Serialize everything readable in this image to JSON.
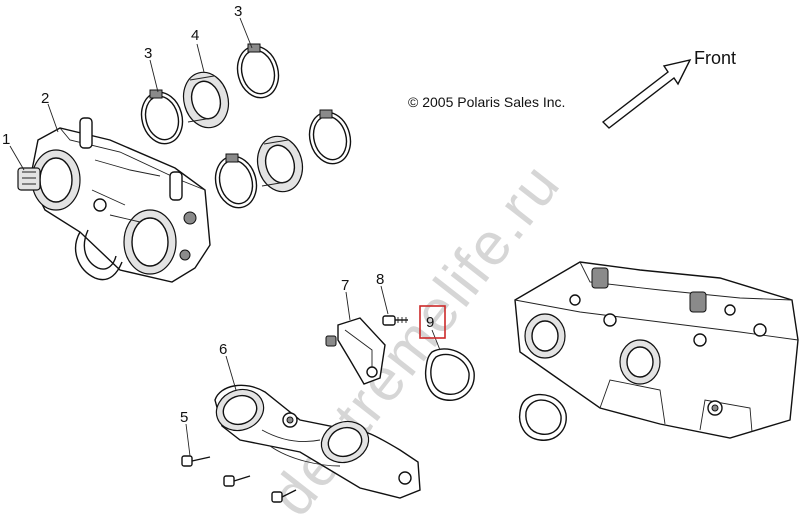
{
  "copyright": "© 2005 Polaris Sales Inc.",
  "direction_label": "Front",
  "watermark": "dextremelife.ru",
  "callouts": [
    {
      "id": "1",
      "text": "1"
    },
    {
      "id": "2",
      "text": "2"
    },
    {
      "id": "3a",
      "text": "3"
    },
    {
      "id": "3b",
      "text": "3"
    },
    {
      "id": "4",
      "text": "4"
    },
    {
      "id": "5",
      "text": "5"
    },
    {
      "id": "6",
      "text": "6"
    },
    {
      "id": "7",
      "text": "7"
    },
    {
      "id": "8",
      "text": "8"
    },
    {
      "id": "9",
      "text": "9"
    }
  ],
  "highlight_color": "#cc2a2a"
}
